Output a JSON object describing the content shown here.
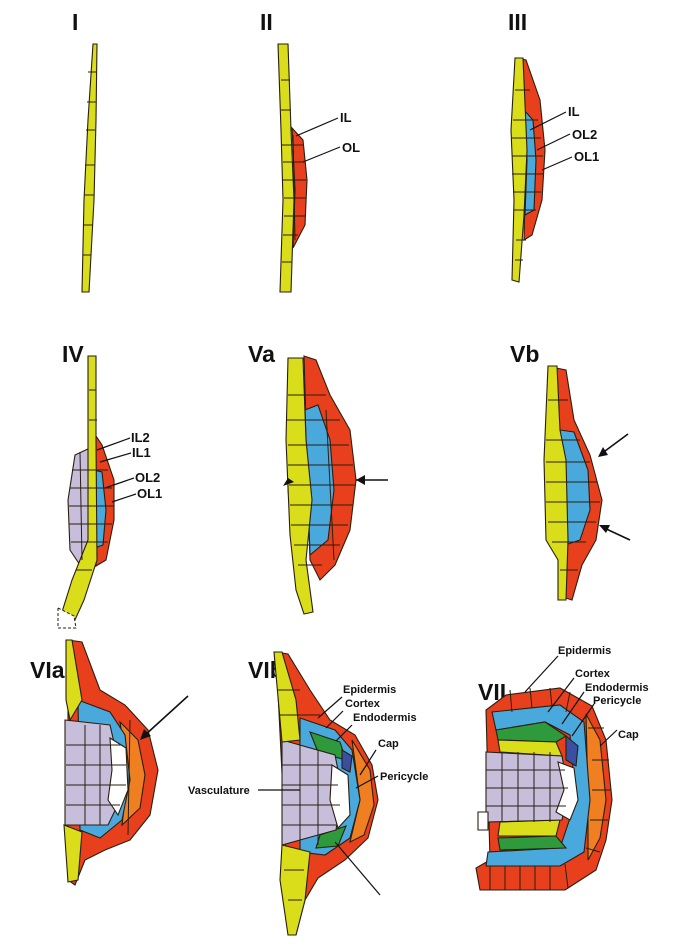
{
  "colors": {
    "pericycle_yellow": "#d9dd1a",
    "red_layer": "#e8401c",
    "blue_layer": "#4aa9dc",
    "lavender_core": "#c7bedc",
    "orange_cap": "#f07f22",
    "green_layer": "#2e9a3c",
    "dark_blue": "#3b4fa0",
    "white_cells": "#ffffff",
    "outline": "#2a1e10"
  },
  "stages": {
    "s1": {
      "label": "I"
    },
    "s2": {
      "label": "II",
      "labels": [
        "IL",
        "OL"
      ]
    },
    "s3": {
      "label": "III",
      "labels": [
        "IL",
        "OL2",
        "OL1"
      ]
    },
    "s4": {
      "label": "IV",
      "labels": [
        "IL2",
        "IL1",
        "OL2",
        "OL1"
      ]
    },
    "s5a": {
      "label": "Va"
    },
    "s5b": {
      "label": "Vb"
    },
    "s6a": {
      "label": "VIa"
    },
    "s6b": {
      "label": "VIb",
      "labels": [
        "Epidermis",
        "Cortex",
        "Endodermis",
        "Cap",
        "Pericycle",
        "Vasculature"
      ]
    },
    "s7": {
      "label": "VII",
      "labels": [
        "Epidermis",
        "Cortex",
        "Endodermis",
        "Pericycle",
        "Cap"
      ]
    }
  }
}
